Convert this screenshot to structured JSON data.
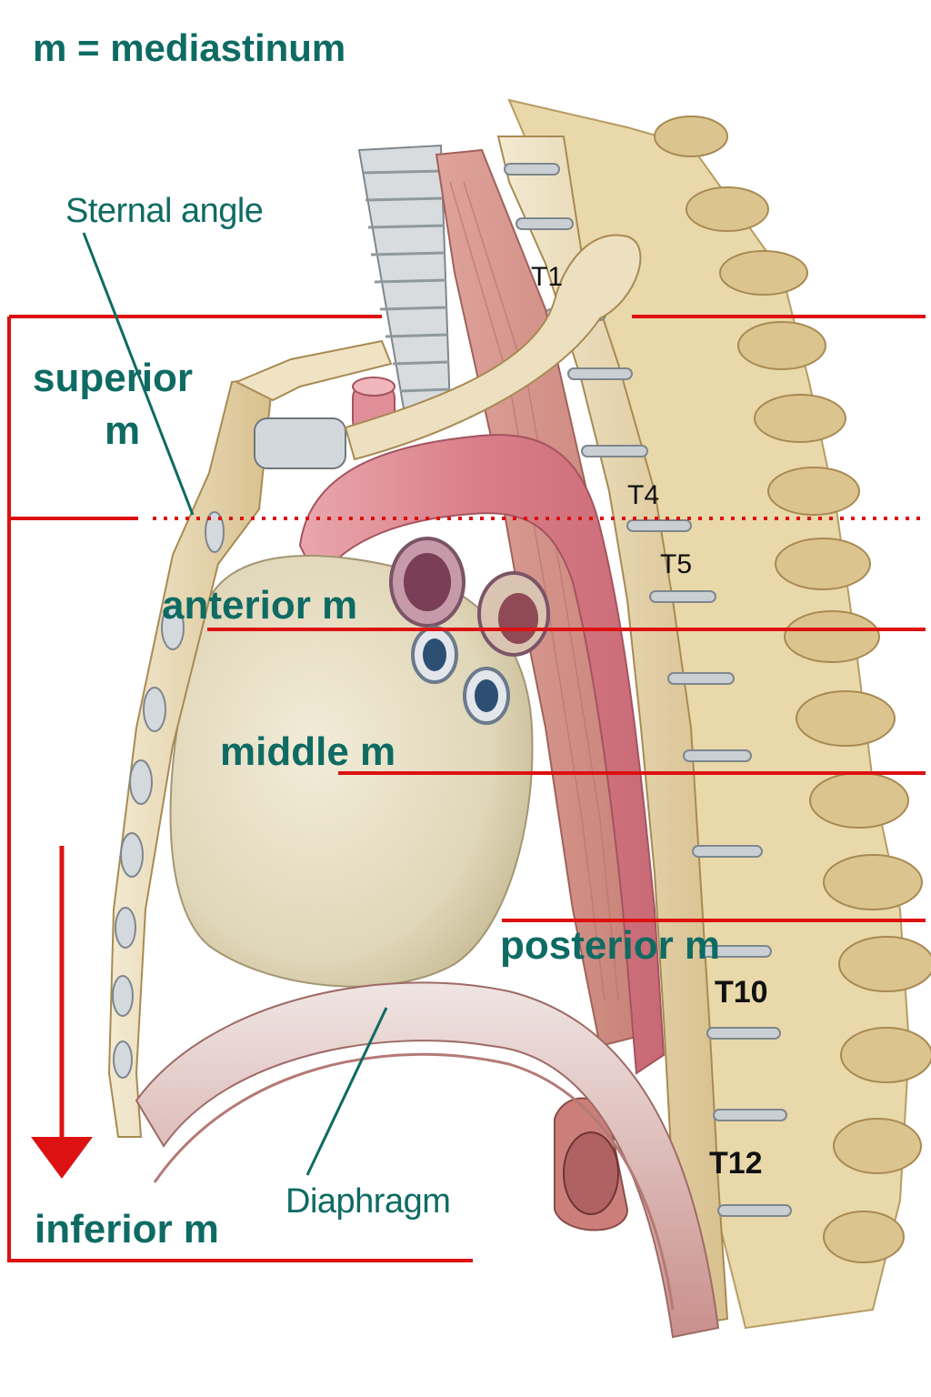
{
  "title": "m = mediastinum",
  "labels": {
    "sternal_angle": "Sternal angle",
    "superior_line1": "superior",
    "superior_line2": "m",
    "anterior": "anterior m",
    "middle": "middle m",
    "posterior": "posterior m",
    "inferior": "inferior m",
    "diaphragm": "Diaphragm"
  },
  "vertebrae": {
    "t1": "T1",
    "t4": "T4",
    "t5": "T5",
    "t10": "T10",
    "t12": "T12"
  },
  "colors": {
    "label_teal": "#0e6b63",
    "boundary_red": "#dd1111",
    "bone": "#e6d7b0",
    "vessel_pink": "#d9848f",
    "heart_cream": "#e4dcc2",
    "cartilage_gray": "#c9cfd3"
  }
}
